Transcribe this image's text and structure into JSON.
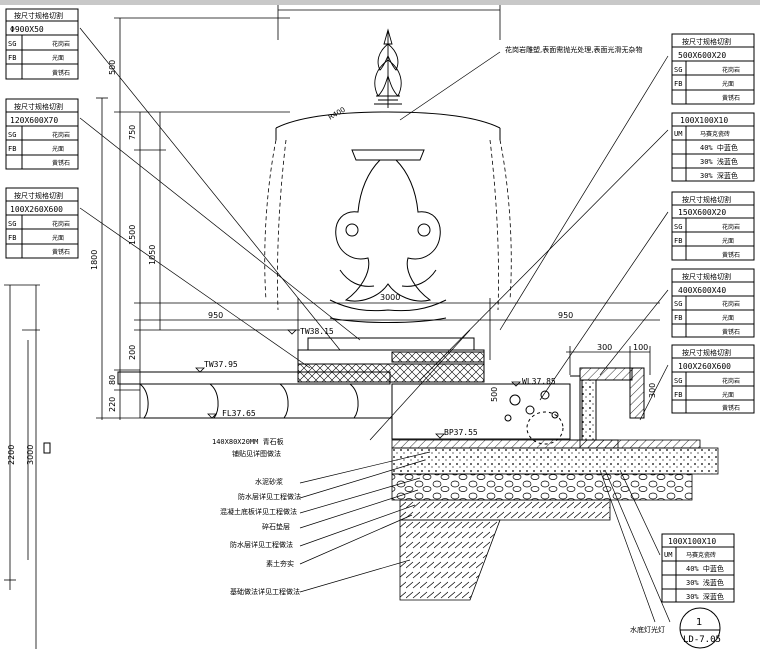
{
  "top_note": "花岗岩雕塑,表面需抛光处理,表面光滑无杂物",
  "tables_left": [
    {
      "title": "按尺寸规格切割",
      "spec": "Φ900X50",
      "rows": [
        {
          "code": "SG",
          "text": "花岗岩"
        },
        {
          "code": "FB",
          "text": "光面"
        },
        {
          "code": "",
          "text": "黄锈石"
        }
      ]
    },
    {
      "title": "按尺寸规格切割",
      "spec": "120X600X70",
      "rows": [
        {
          "code": "SG",
          "text": "花岗岩"
        },
        {
          "code": "FB",
          "text": "光面"
        },
        {
          "code": "",
          "text": "黄锈石"
        }
      ]
    },
    {
      "title": "按尺寸规格切割",
      "spec": "100X260X600",
      "rows": [
        {
          "code": "SG",
          "text": "花岗岩"
        },
        {
          "code": "FB",
          "text": "光面"
        },
        {
          "code": "",
          "text": "黄锈石"
        }
      ]
    }
  ],
  "tables_right": [
    {
      "title": "按尺寸规格切割",
      "spec": "500X600X20",
      "rows": [
        {
          "code": "SG",
          "text": "花岗岩"
        },
        {
          "code": "FB",
          "text": "光面"
        },
        {
          "code": "",
          "text": "黄锈石"
        }
      ]
    },
    {
      "title": "",
      "spec": "100X100X10",
      "rows": [
        {
          "code": "UM",
          "text": "马赛克瓷砖"
        },
        {
          "code": "",
          "text": "40% 中蓝色"
        },
        {
          "code": "",
          "text": "30% 浅蓝色"
        },
        {
          "code": "",
          "text": "30% 深蓝色"
        }
      ]
    },
    {
      "title": "按尺寸规格切割",
      "spec": "150X600X20",
      "rows": [
        {
          "code": "SG",
          "text": "花岗岩"
        },
        {
          "code": "FB",
          "text": "光面"
        },
        {
          "code": "",
          "text": "黄锈石"
        }
      ]
    },
    {
      "title": "按尺寸规格切割",
      "spec": "400X600X40",
      "rows": [
        {
          "code": "SG",
          "text": "花岗岩"
        },
        {
          "code": "FB",
          "text": "光面"
        },
        {
          "code": "",
          "text": "黄锈石"
        }
      ]
    },
    {
      "title": "按尺寸规格切割",
      "spec": "100X260X600",
      "rows": [
        {
          "code": "SG",
          "text": "花岗岩"
        },
        {
          "code": "FB",
          "text": "光面"
        },
        {
          "code": "",
          "text": "黄锈石"
        }
      ]
    }
  ],
  "table_bottom": {
    "title": "",
    "spec": "100X100X10",
    "rows": [
      {
        "code": "UM",
        "text": "马赛克瓷砖"
      },
      {
        "code": "",
        "text": "40% 中蓝色"
      },
      {
        "code": "",
        "text": "30% 浅蓝色"
      },
      {
        "code": "",
        "text": "30% 深蓝色"
      }
    ]
  },
  "dims": {
    "d500": "500",
    "d750": "750",
    "d1800": "1800",
    "d1500": "1500",
    "d1050": "1050",
    "d200": "200",
    "d80": "80",
    "d220": "220",
    "d2200": "2200",
    "d3000v": "3000",
    "d3000h": "3000",
    "d950l": "950",
    "d950r": "950",
    "d300a": "300",
    "d100": "100",
    "d500b": "500",
    "d300b": "300",
    "r": "R400"
  },
  "levels": {
    "tw1": "TW37.95",
    "tw2": "TW38.15",
    "fl": "FL37.65",
    "wl": "WL37.85",
    "bp": "BP37.55"
  },
  "paving_note_l1": "140X80X20MM 青石板",
  "paving_note_l2": "铺贴见详图做法",
  "layer_notes": [
    "水泥砂浆",
    "防水层详见工程做法",
    "混凝土底板详见工程做法",
    "碎石垫层",
    "防水层详见工程做法",
    "素土夯实",
    "基础做法详见工程做法"
  ],
  "lamp_note": "水底灯光灯",
  "detail": {
    "num": "1",
    "ref": "LD-7.05"
  }
}
